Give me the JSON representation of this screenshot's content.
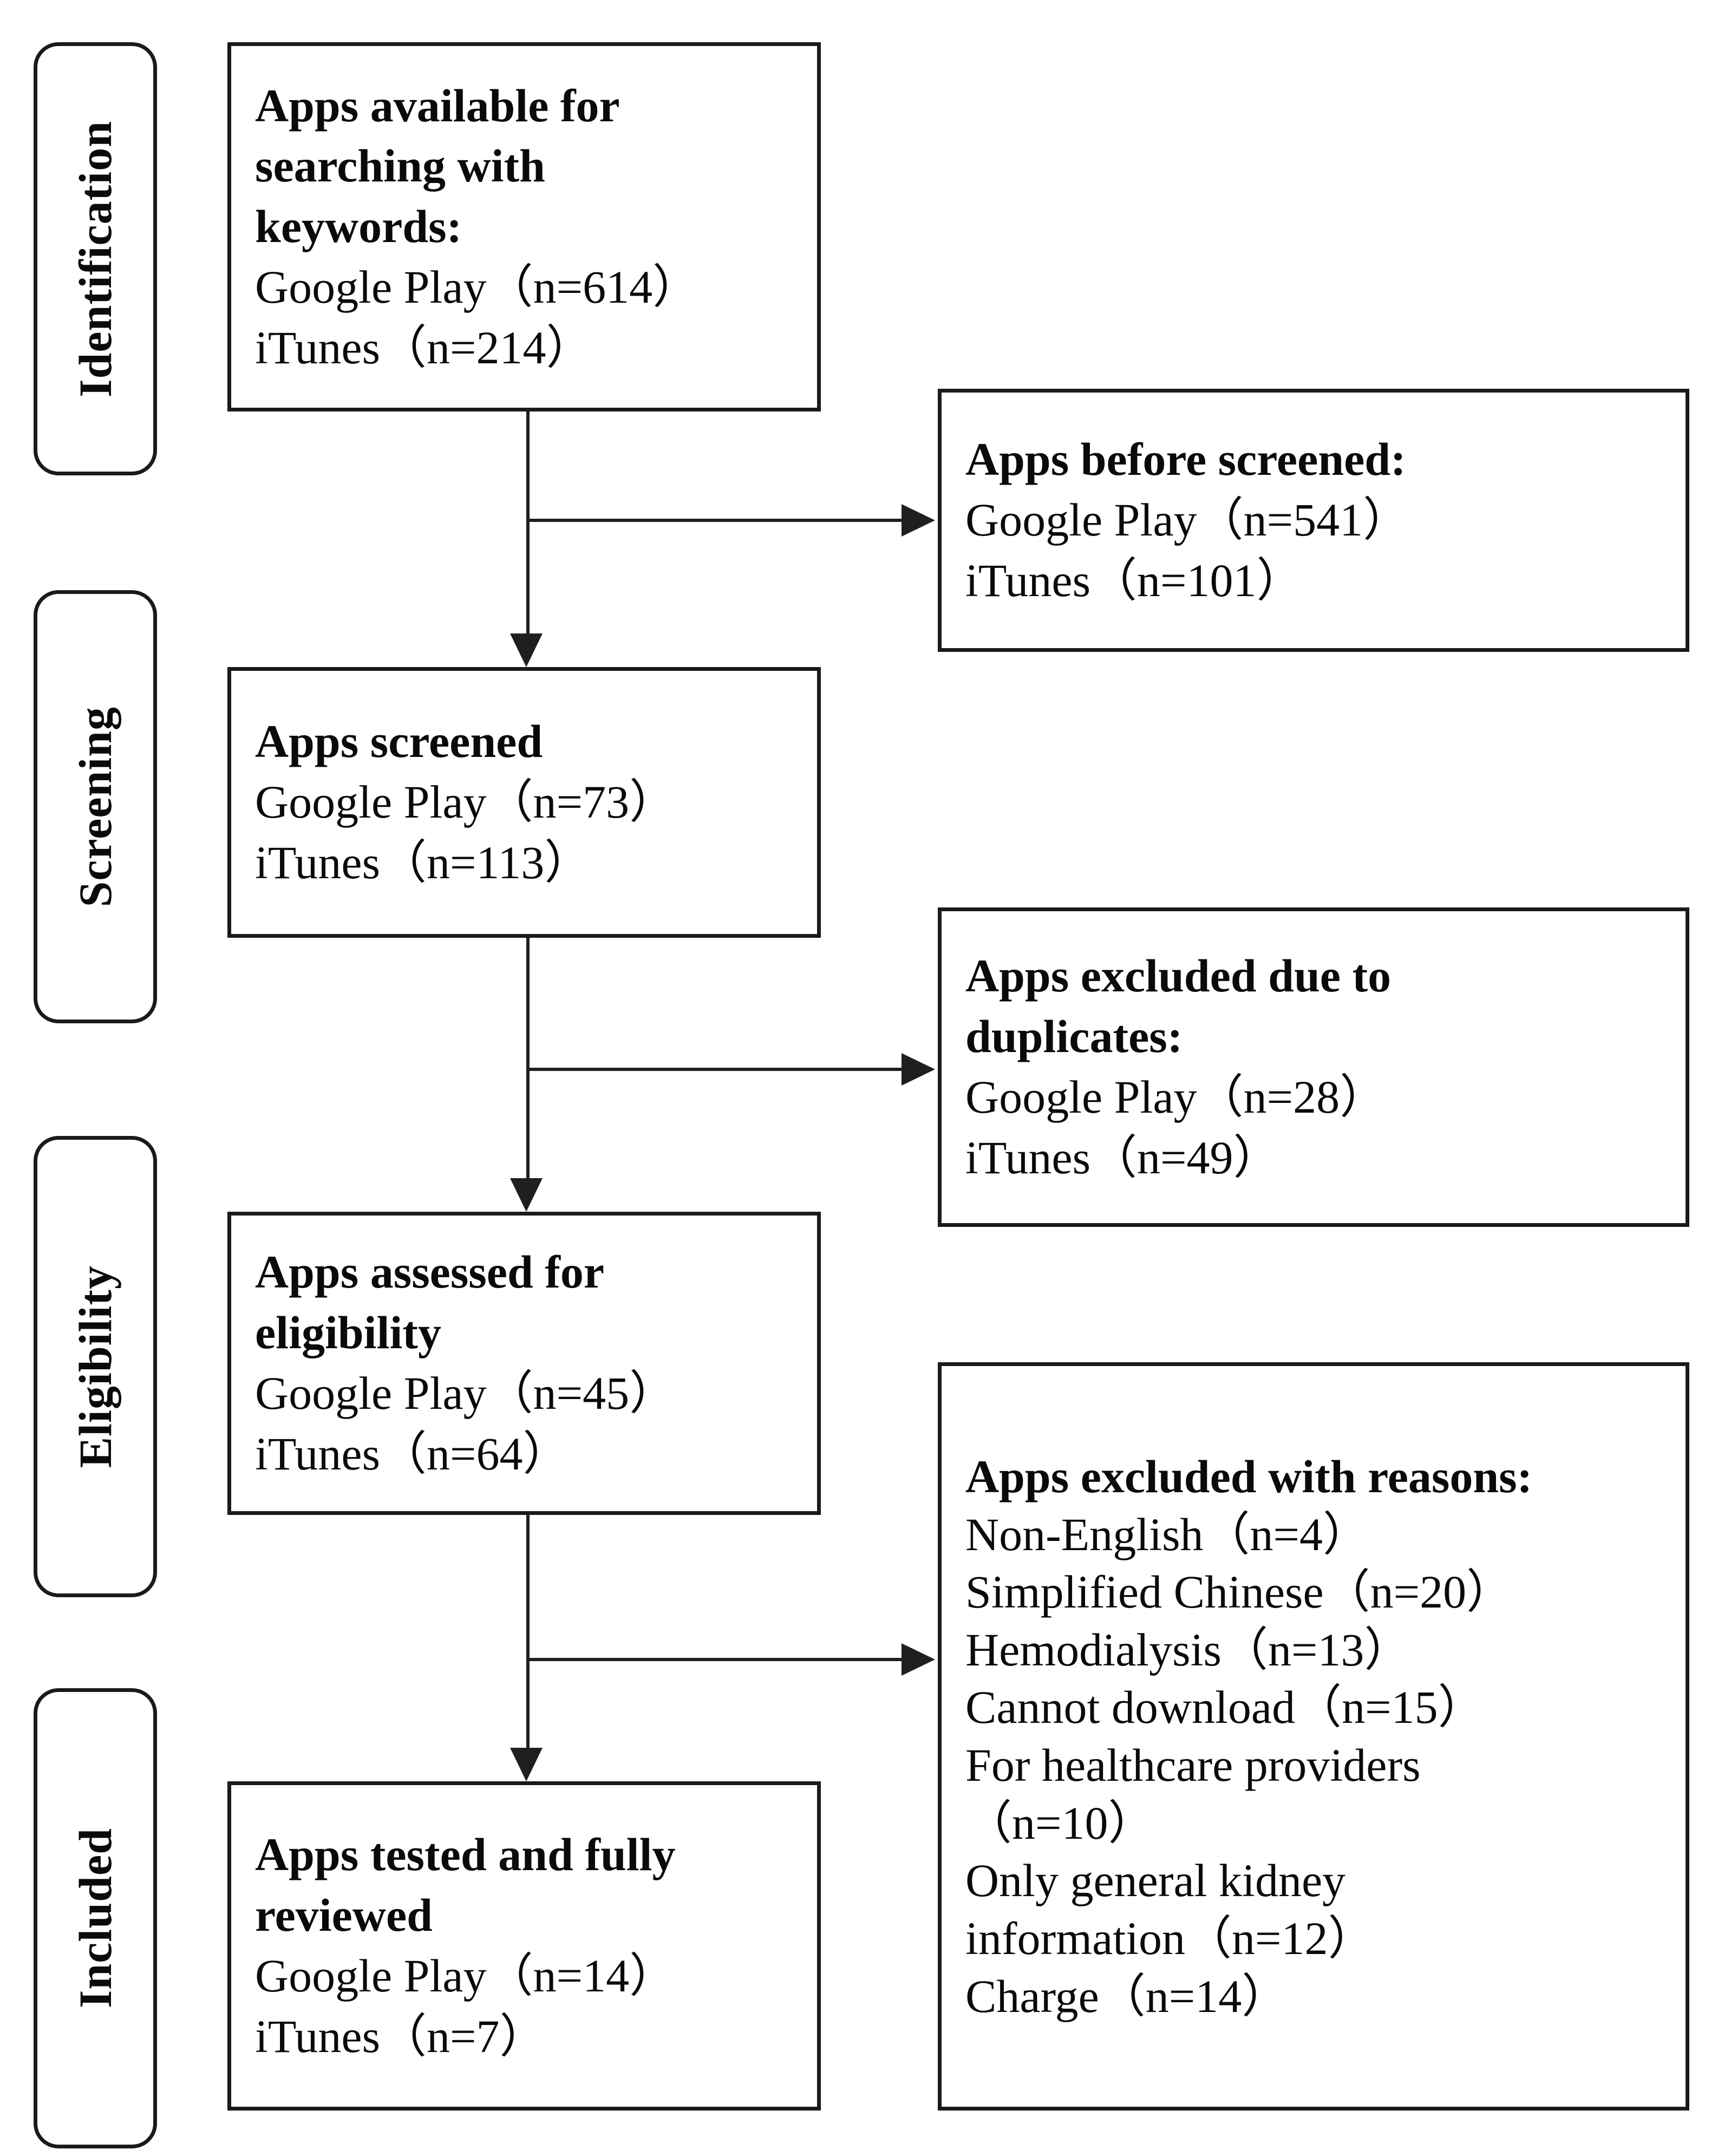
{
  "diagram": {
    "type": "prisma-flow-diagram",
    "title": "PRISMA app selection flow diagram",
    "stages": [
      {
        "id": "identification",
        "label": "Identification"
      },
      {
        "id": "screening",
        "label": "Screening"
      },
      {
        "id": "eligibility",
        "label": "Eligibility"
      },
      {
        "id": "included",
        "label": "Included"
      }
    ],
    "main_boxes": [
      {
        "id": "apps-available",
        "heading_lines": [
          "Apps available for",
          "searching with",
          "keywords:"
        ],
        "lines": [
          "Google Play（n=614）",
          "iTunes（n=214）"
        ]
      },
      {
        "id": "apps-screened",
        "heading_lines": [
          "Apps screened"
        ],
        "lines": [
          "Google Play（n=73）",
          "iTunes（n=113）"
        ]
      },
      {
        "id": "apps-assessed",
        "heading_lines": [
          "Apps assessed for",
          "eligibility"
        ],
        "lines": [
          "Google Play（n=45）",
          "iTunes（n=64）"
        ]
      },
      {
        "id": "apps-included",
        "heading_lines": [
          "Apps tested and fully",
          "reviewed"
        ],
        "lines": [
          "Google Play（n=14）",
          "iTunes（n=7）"
        ]
      }
    ],
    "side_boxes": [
      {
        "id": "apps-before-screened",
        "heading_lines": [
          "Apps before screened:"
        ],
        "lines": [
          "Google Play（n=541）",
          "iTunes（n=101）"
        ]
      },
      {
        "id": "apps-excluded-duplicates",
        "heading_lines": [
          "Apps excluded due to",
          "duplicates:"
        ],
        "lines": [
          "Google Play（n=28）",
          "iTunes（n=49）"
        ]
      },
      {
        "id": "apps-excluded-reasons",
        "heading_lines": [
          "Apps excluded with reasons:"
        ],
        "lines": [
          "Non-English（n=4）",
          "Simplified Chinese（n=20）",
          "Hemodialysis（n=13）",
          "Cannot download（n=15）",
          "For healthcare providers",
          "（n=10）",
          "Only general kidney",
          "information（n=12）",
          "Charge（n=14）"
        ]
      }
    ]
  },
  "chart_data": {
    "type": "table",
    "title": "PRISMA app selection flow diagram",
    "xlabel": "",
    "ylabel": "",
    "stages": [
      "Identification",
      "Screening",
      "Eligibility",
      "Included"
    ],
    "categories": [
      "Google Play",
      "iTunes"
    ],
    "series": [
      {
        "name": "Apps available for searching with keywords",
        "values": [
          614,
          214
        ]
      },
      {
        "name": "Apps before screened",
        "values": [
          541,
          101
        ]
      },
      {
        "name": "Apps screened",
        "values": [
          73,
          113
        ]
      },
      {
        "name": "Apps excluded due to duplicates",
        "values": [
          28,
          49
        ]
      },
      {
        "name": "Apps assessed for eligibility",
        "values": [
          45,
          64
        ]
      },
      {
        "name": "Apps tested and fully reviewed",
        "values": [
          14,
          7
        ]
      }
    ],
    "exclusion_reasons": {
      "title": "Apps excluded with reasons",
      "categories": [
        "Non-English",
        "Simplified Chinese",
        "Hemodialysis",
        "Cannot download",
        "For healthcare providers",
        "Only general kidney information",
        "Charge"
      ],
      "values": [
        4,
        20,
        13,
        15,
        10,
        12,
        14
      ]
    }
  }
}
